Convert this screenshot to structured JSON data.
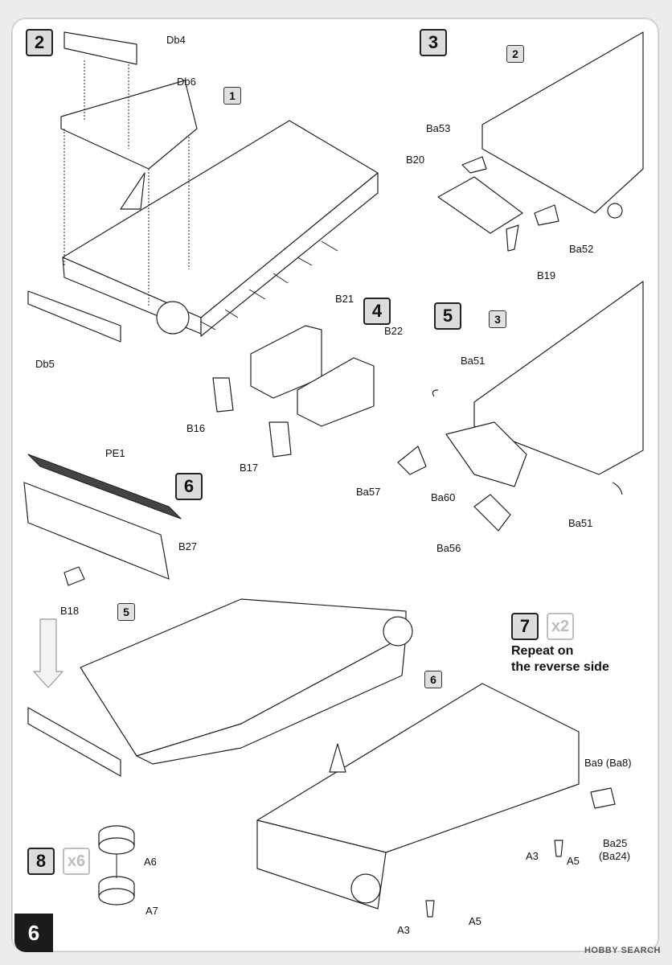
{
  "steps": {
    "s2": "2",
    "s3": "3",
    "s4": "4",
    "s5": "5",
    "s6": "6",
    "s7": "7",
    "s8": "8"
  },
  "refs": {
    "r1": "1",
    "r2": "2",
    "r3": "3",
    "r5": "5",
    "r6": "6"
  },
  "multipliers": {
    "m7": "x2",
    "m8": "x6"
  },
  "repeat_text": {
    "line1": "Repeat on",
    "line2": "the reverse side"
  },
  "parts": {
    "db4": "Db4",
    "db6": "Db6",
    "db5": "Db5",
    "ba53": "Ba53",
    "b20": "B20",
    "ba52": "Ba52",
    "b19": "B19",
    "b21": "B21",
    "b22": "B22",
    "b16": "B16",
    "b17": "B17",
    "ba51a": "Ba51",
    "ba57": "Ba57",
    "ba60": "Ba60",
    "ba56": "Ba56",
    "ba51b": "Ba51",
    "pe1": "PE1",
    "b27": "B27",
    "b18": "B18",
    "ba9": "Ba9 (Ba8)",
    "ba25": "Ba25",
    "ba24": "(Ba24)",
    "a3a": "A3",
    "a5a": "A5",
    "a3b": "A3",
    "a5b": "A5",
    "a6": "A6",
    "a7": "A7"
  },
  "page_number": "6",
  "watermark": "HOBBY SEARCH"
}
